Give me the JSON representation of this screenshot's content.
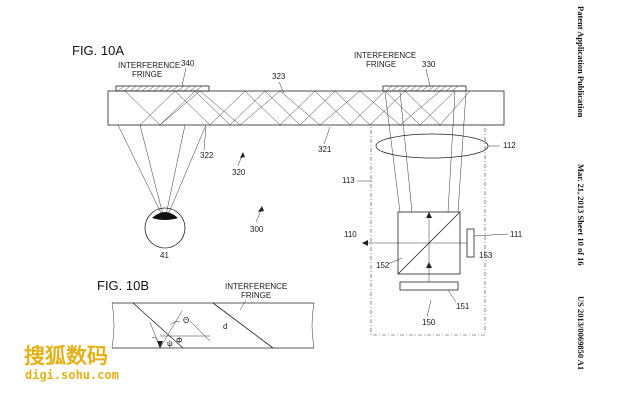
{
  "fig_a": {
    "title": "FIG. 10A",
    "interference_left": [
      "INTERFERENCE",
      "FRINGE"
    ],
    "interference_right": [
      "INTERFERENCE",
      "FRINGE"
    ],
    "refs": {
      "r340": "340",
      "r330": "330",
      "r323": "323",
      "r322": "322",
      "r321": "321",
      "r320": "320",
      "r300": "300",
      "r41": "41",
      "r112": "112",
      "r113": "113",
      "r110": "110",
      "r111": "111",
      "r152": "152",
      "r153": "153",
      "r151": "151",
      "r150": "150"
    }
  },
  "fig_b": {
    "title": "FIG. 10B",
    "interference": [
      "INTERFERENCE",
      "FRINGE"
    ],
    "theta": "Θ",
    "phi": "Φ",
    "psi": "ψ",
    "d": "d"
  },
  "side_header": {
    "left": "Patent Application Publication",
    "middle": "Mar. 21, 2013  Sheet 10 of 16",
    "right": "US 2013/0069850 A1"
  },
  "watermark": {
    "cn": "搜狐数码",
    "en": "digi.sohu.com"
  }
}
